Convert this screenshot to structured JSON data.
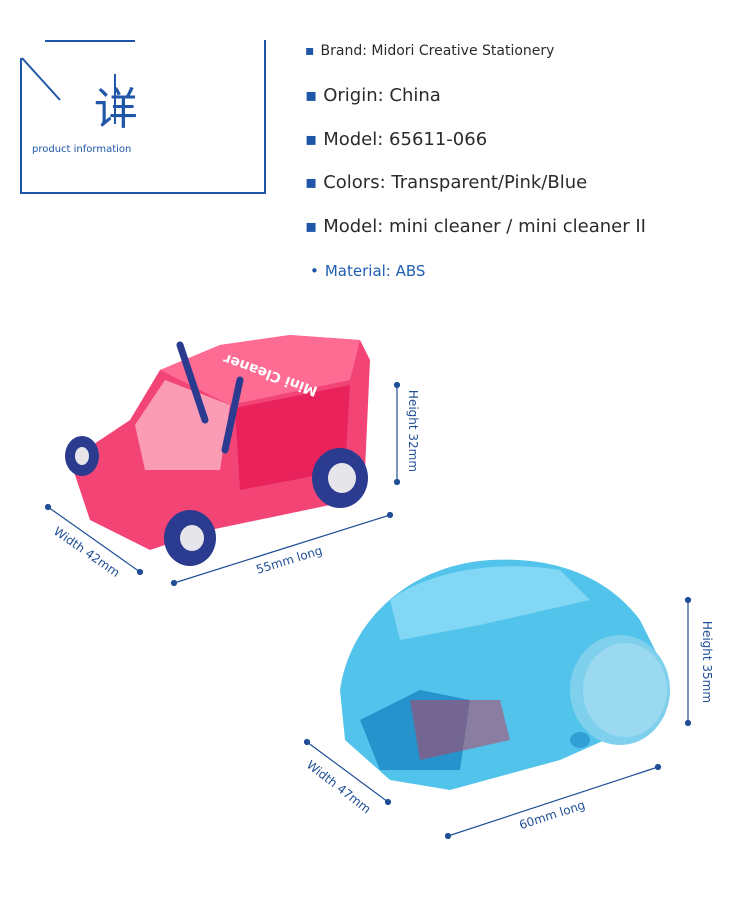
{
  "badge": {
    "char": "详",
    "subtitle": "product information"
  },
  "specs": {
    "brand": "Brand: Midori Creative Stationery",
    "origin": "Origin: China",
    "model_number": "Model: 65611-066",
    "colors": "Colors: Transparent/Pink/Blue",
    "model_names": "Model: mini cleaner / mini cleaner II",
    "material": "Material: ABS"
  },
  "product_pink": {
    "body_text": "Mini Cleaner",
    "height": "Height 32mm",
    "width": "Width 42mm",
    "length": "55mm long"
  },
  "product_blue": {
    "height": "Height 35mm",
    "width": "Width 47mm",
    "length": "60mm long"
  },
  "colors": {
    "accent": "#1f56a8",
    "pink_body": "#f0245e",
    "blue_body": "#34b8e8",
    "wheel": "#2b3b8f"
  }
}
